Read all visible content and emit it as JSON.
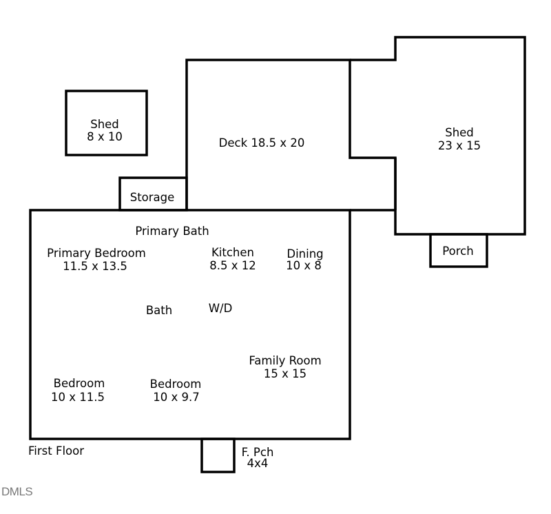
{
  "floor_label": "First Floor",
  "logo_text": "DMLS",
  "rooms": {
    "shed_small": {
      "name": "Shed",
      "size": "8 x 10"
    },
    "deck": {
      "name": "Deck 18.5 x 20"
    },
    "shed_large": {
      "name": "Shed",
      "size": "23 x 15"
    },
    "storage": {
      "name": "Storage"
    },
    "porch": {
      "name": "Porch"
    },
    "primary_bath": {
      "name": "Primary Bath"
    },
    "primary_bedroom": {
      "name": "Primary Bedroom",
      "size": "11.5 x 13.5"
    },
    "kitchen": {
      "name": "Kitchen",
      "size": "8.5 x 12"
    },
    "dining": {
      "name": "Dining",
      "size": "10 x 8"
    },
    "bath": {
      "name": "Bath"
    },
    "wd": {
      "name": "W/D"
    },
    "family_room": {
      "name": "Family Room",
      "size": "15 x 15"
    },
    "bedroom1": {
      "name": "Bedroom",
      "size": "10 x 11.5"
    },
    "bedroom2": {
      "name": "Bedroom",
      "size": "10 x 9.7"
    },
    "front_porch": {
      "name": "F. Pch",
      "size": "4x4"
    }
  }
}
